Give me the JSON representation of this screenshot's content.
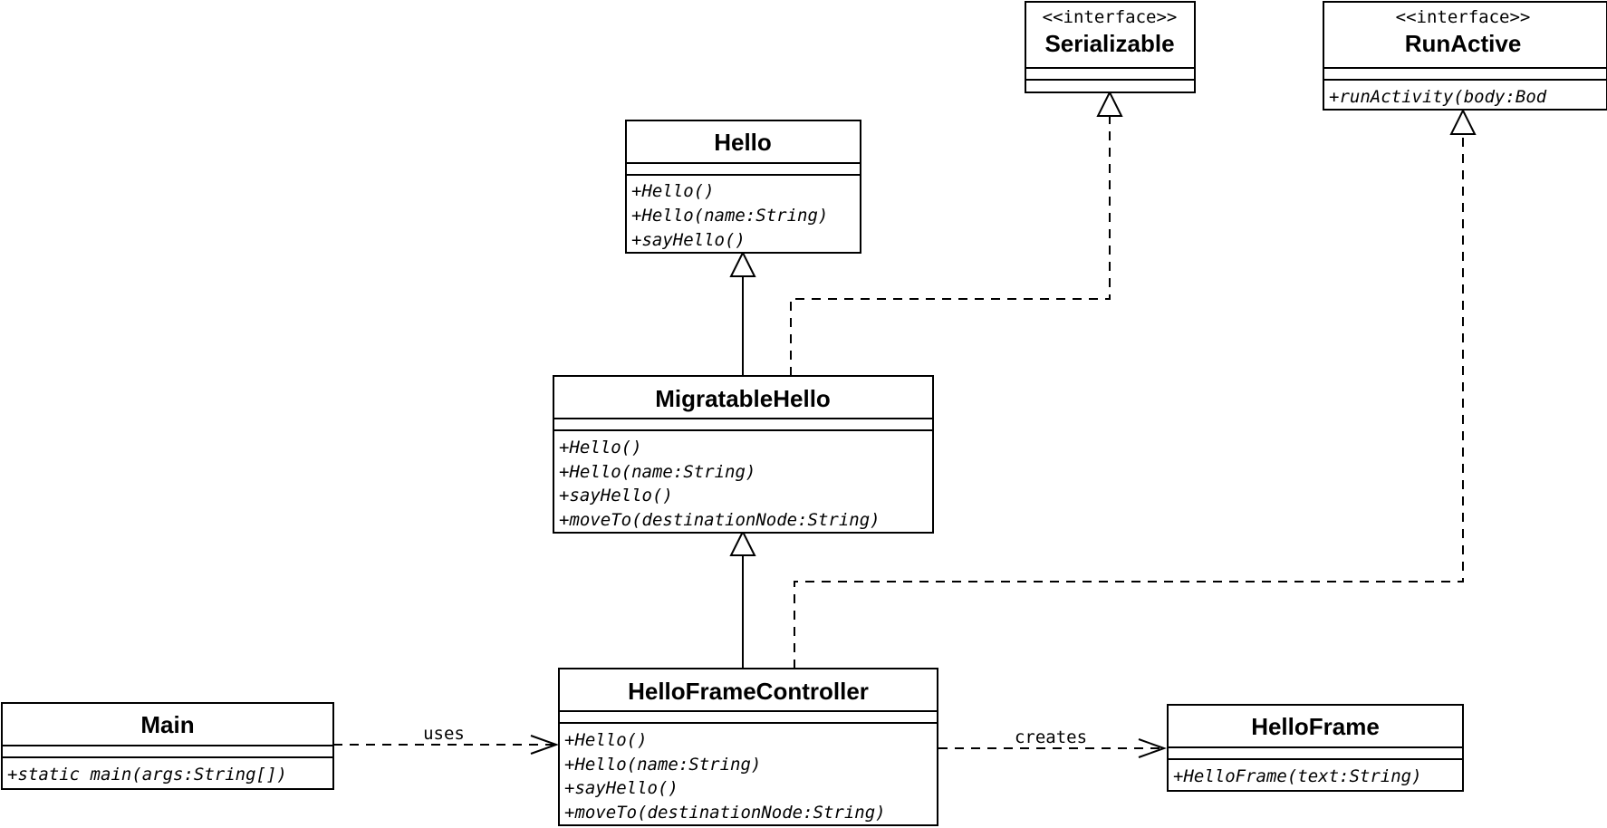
{
  "classes": {
    "serializable": {
      "stereotype": "<<interface>>",
      "name": "Serializable",
      "operations": []
    },
    "runactive": {
      "stereotype": "<<interface>>",
      "name": "RunActive",
      "operations": [
        "+runActivity(body:Bod"
      ]
    },
    "hello": {
      "name": "Hello",
      "operations": [
        "+Hello()",
        "+Hello(name:String)",
        "+sayHello()"
      ]
    },
    "migratablehello": {
      "name": "MigratableHello",
      "operations": [
        "+Hello()",
        "+Hello(name:String)",
        "+sayHello()",
        "+moveTo(destinationNode:String)"
      ]
    },
    "helloframecontroller": {
      "name": "HelloFrameController",
      "operations": [
        "+Hello()",
        "+Hello(name:String)",
        "+sayHello()",
        "+moveTo(destinationNode:String)"
      ]
    },
    "main": {
      "name": "Main",
      "operations": [
        "+static main(args:String[])"
      ]
    },
    "helloframe": {
      "name": "HelloFrame",
      "operations": [
        "+HelloFrame(text:String)"
      ]
    }
  },
  "relations": {
    "uses_label": "uses",
    "creates_label": "creates"
  }
}
